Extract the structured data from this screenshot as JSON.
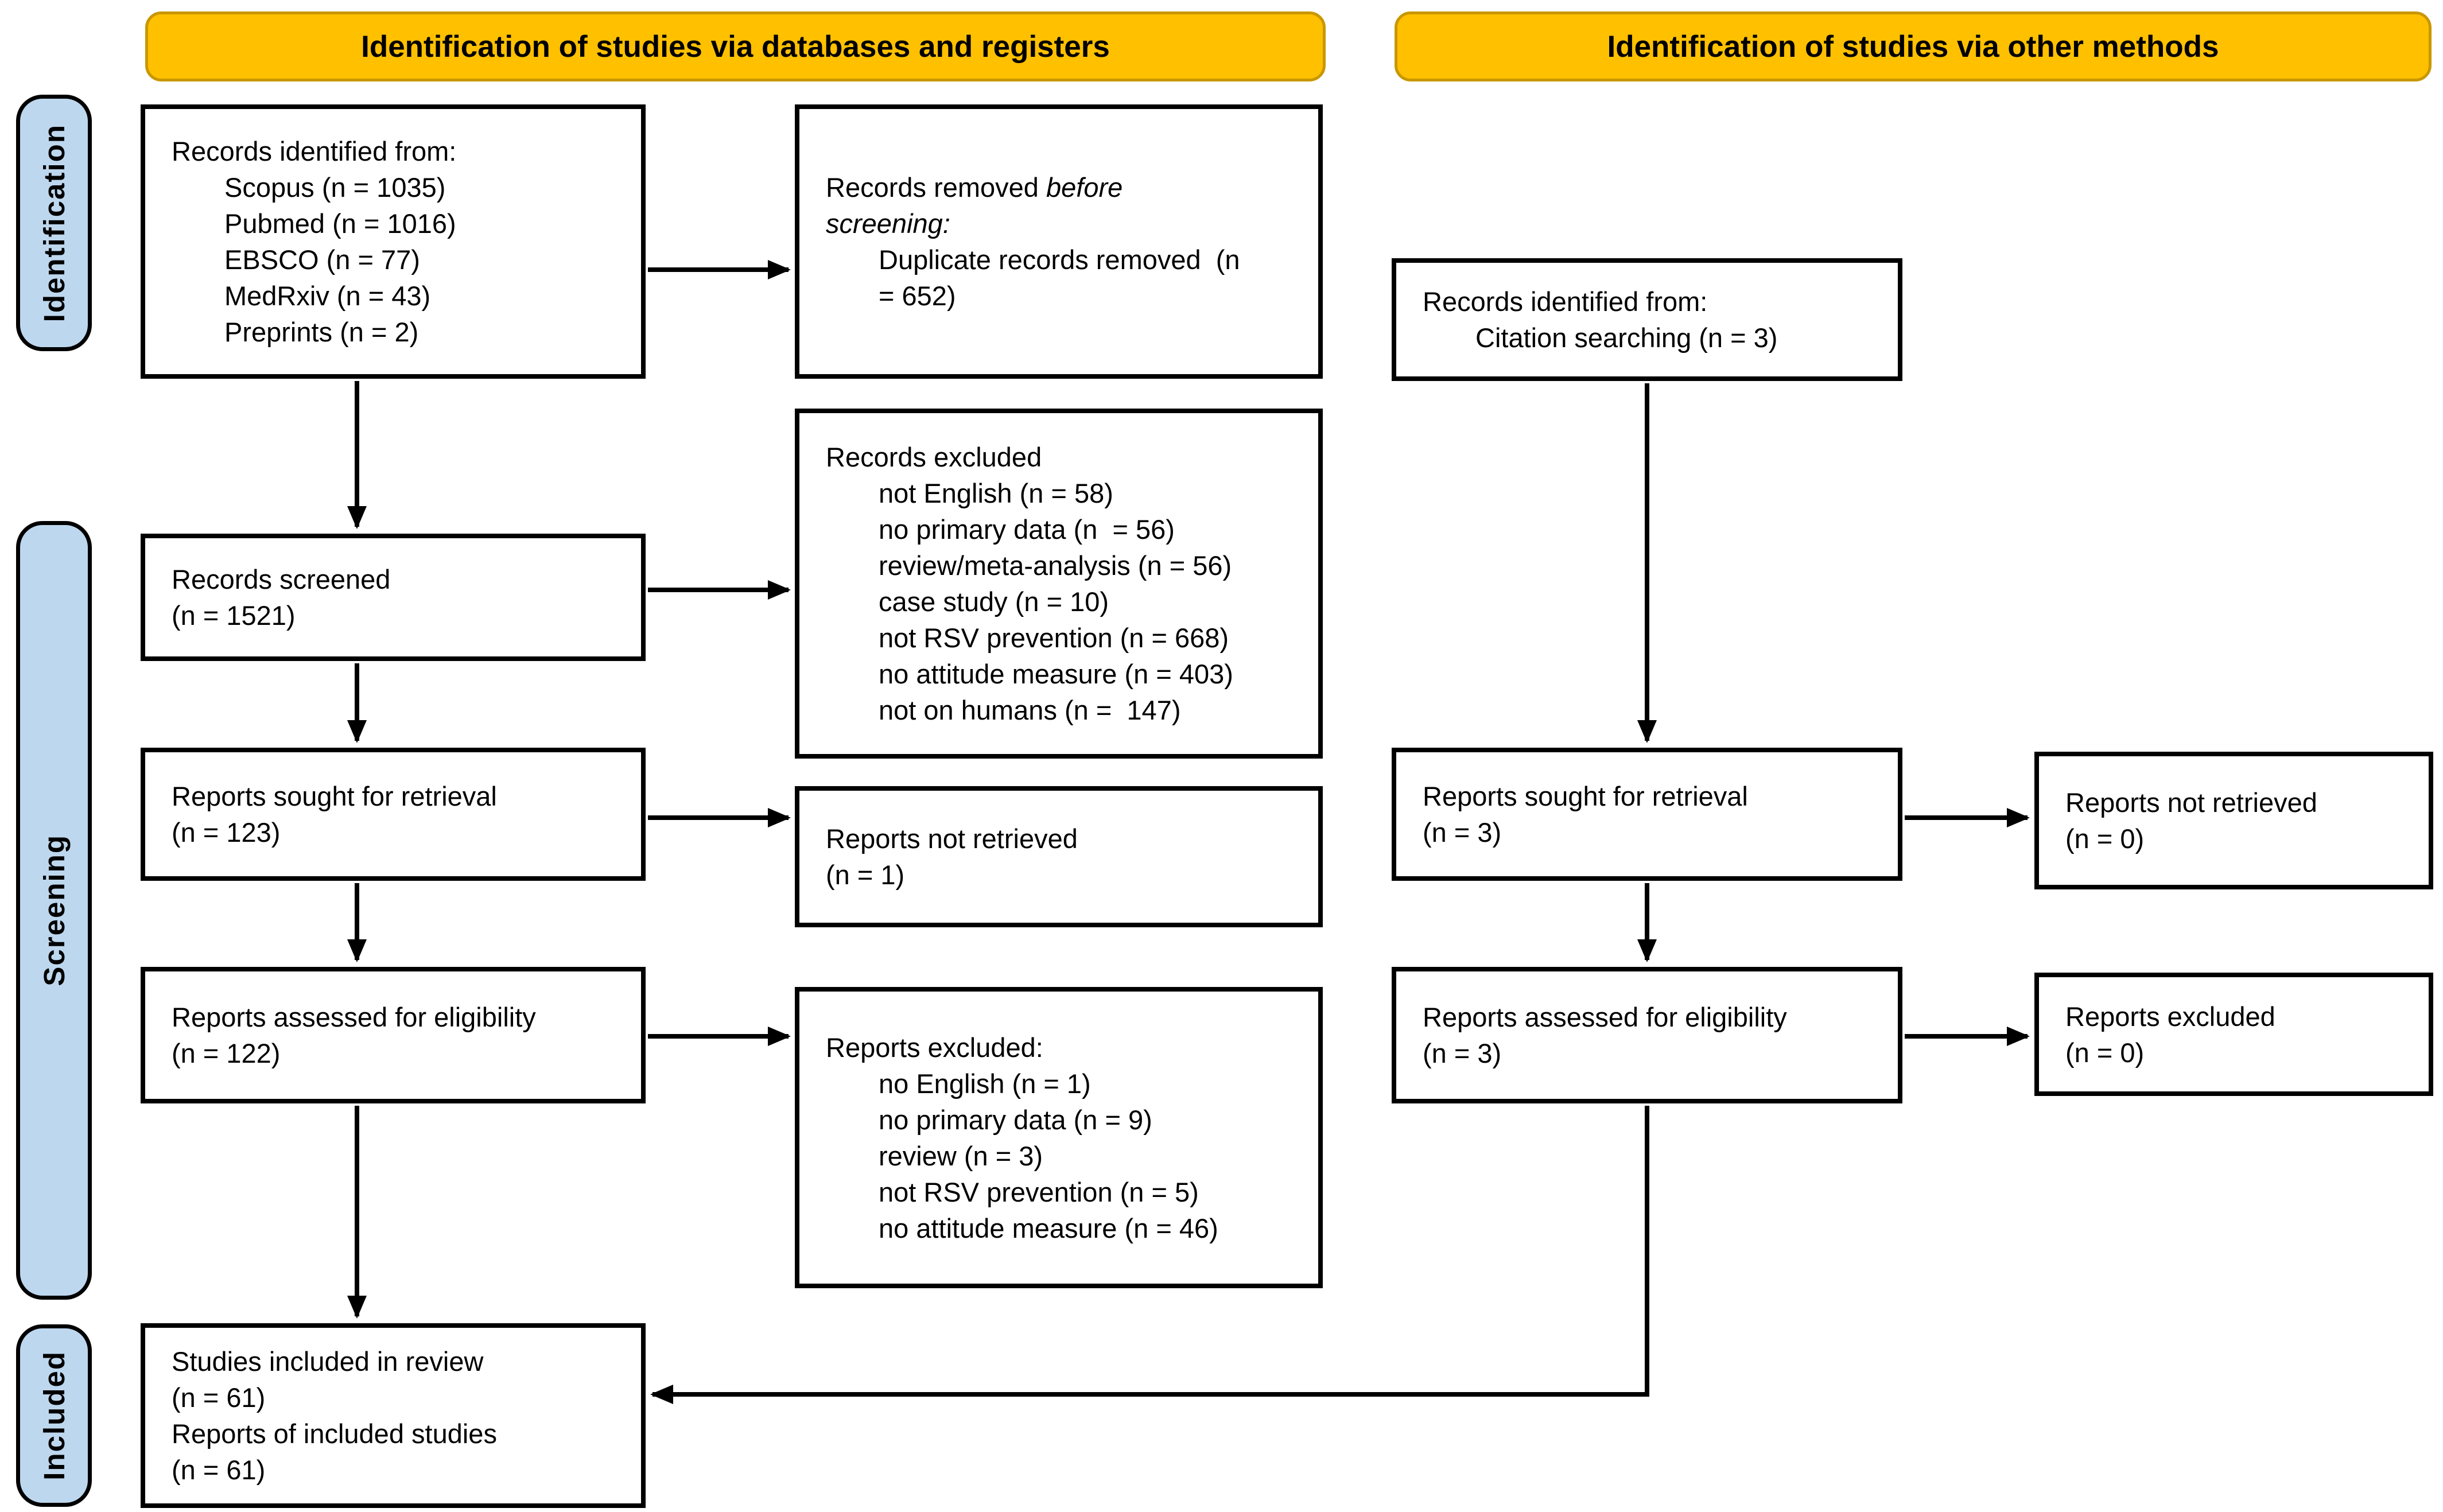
{
  "headers": {
    "databases": "Identification of studies via databases and registers",
    "other": "Identification of studies via other methods"
  },
  "stages": {
    "identification": "Identification",
    "screening": "Screening",
    "included": "Included"
  },
  "colors": {
    "header_fill": "#FFC000",
    "header_border": "#C99700",
    "stage_fill": "#BDD7EE",
    "line_color": "#000000",
    "box_border": "#000000"
  },
  "boxes": {
    "records_identified_databases": {
      "lines": [
        "Records identified from:",
        "Scopus (n = 1035)",
        "Pubmed (n = 1016)",
        "EBSCO (n = 77)",
        "MedRxiv (n = 43)",
        "Preprints (n = 2)"
      ]
    },
    "records_removed_before_screening": {
      "line1_normal": "Records removed",
      "line1_italic": "before",
      "line2_italic": "screening:",
      "items": [
        "Duplicate records removed  (n",
        "= 652)"
      ]
    },
    "records_screened": {
      "lines": [
        "Records screened",
        "(n = 1521)"
      ]
    },
    "records_excluded": {
      "lines": [
        "Records excluded",
        "not English (n = 58)",
        "no primary data (n  = 56)",
        "review/meta-analysis (n = 56)",
        "case study (n = 10)",
        "not RSV prevention (n = 668)",
        "no attitude measure (n = 403)",
        "not on humans (n =  147)"
      ]
    },
    "reports_sought_databases": {
      "lines": [
        "Reports sought for retrieval",
        "(n = 123)"
      ]
    },
    "reports_not_retrieved_databases": {
      "lines": [
        "Reports not retrieved",
        "(n = 1)"
      ]
    },
    "reports_assessed_databases": {
      "lines": [
        "Reports assessed for eligibility",
        "(n = 122)"
      ]
    },
    "reports_excluded_databases": {
      "lines": [
        "Reports excluded:",
        "no English (n = 1)",
        "no primary data (n = 9)",
        "review (n = 3)",
        "not RSV prevention (n = 5)",
        "no attitude measure (n = 46)"
      ]
    },
    "studies_included": {
      "lines": [
        "Studies included in review",
        "(n = 61)",
        "Reports of included studies",
        "(n = 61)"
      ]
    },
    "records_identified_other": {
      "lines": [
        "Records identified from:",
        "Citation searching (n = 3)"
      ]
    },
    "reports_sought_other": {
      "lines": [
        "Reports sought for retrieval",
        "(n = 3)"
      ]
    },
    "reports_not_retrieved_other": {
      "lines": [
        "Reports not retrieved",
        "(n = 0)"
      ]
    },
    "reports_assessed_other": {
      "lines": [
        "Reports assessed for eligibility",
        "(n = 3)"
      ]
    },
    "reports_excluded_other": {
      "lines": [
        "Reports excluded",
        "(n = 0)"
      ]
    }
  }
}
